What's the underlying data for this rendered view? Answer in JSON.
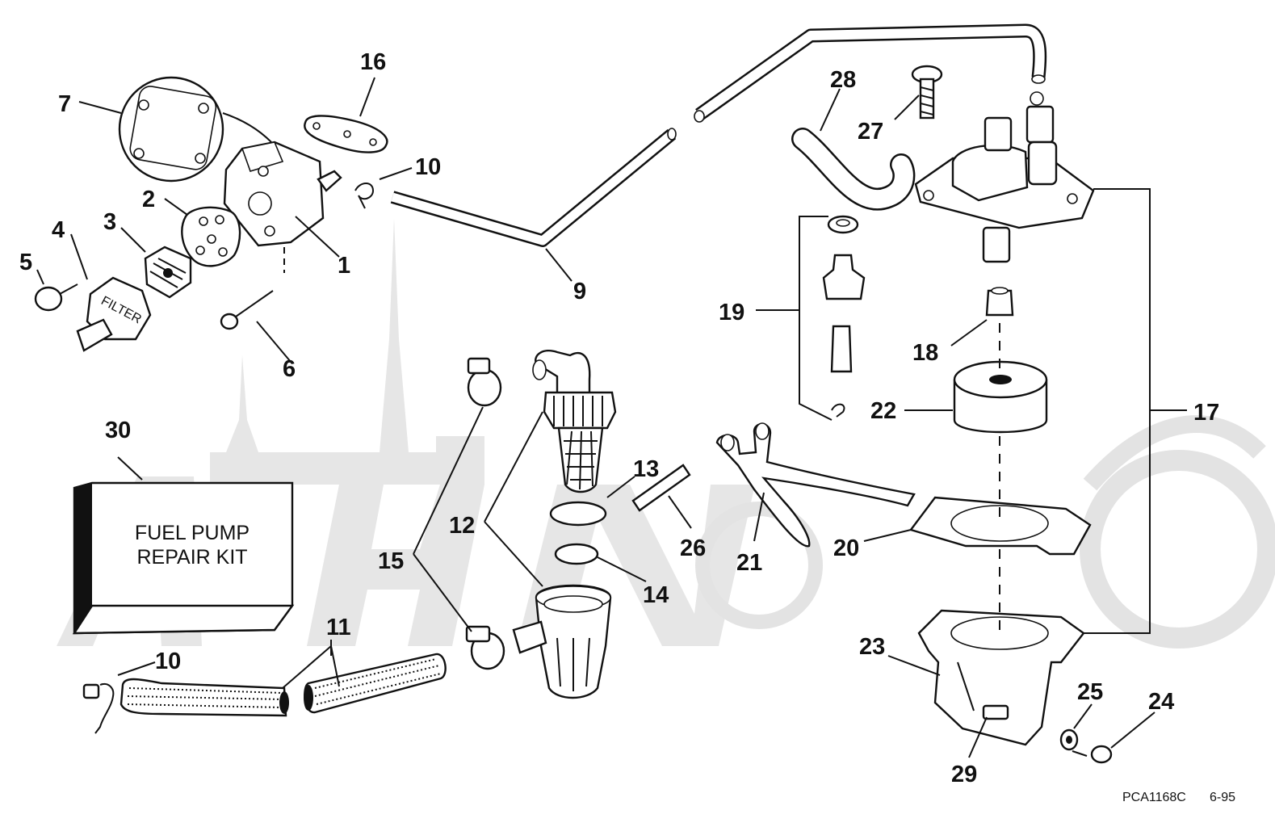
{
  "callouts": {
    "c1": "1",
    "c2": "2",
    "c3": "3",
    "c4": "4",
    "c5": "5",
    "c6": "6",
    "c7": "7",
    "c9": "9",
    "c10a": "10",
    "c10b": "10",
    "c11": "11",
    "c12": "12",
    "c13": "13",
    "c14": "14",
    "c15": "15",
    "c16": "16",
    "c17": "17",
    "c18": "18",
    "c19": "19",
    "c20": "20",
    "c21": "21",
    "c22": "22",
    "c23": "23",
    "c24": "24",
    "c25": "25",
    "c26": "26",
    "c27": "27",
    "c28": "28",
    "c29": "29",
    "c30": "30"
  },
  "kit": {
    "line1": "FUEL PUMP",
    "line2": "REPAIR KIT"
  },
  "filter_cover_label": "FILTER",
  "footer": {
    "code": "PCA1168C",
    "date": "6-95"
  },
  "colors": {
    "ink": "#111111",
    "watermark": "#e6e6e6"
  }
}
